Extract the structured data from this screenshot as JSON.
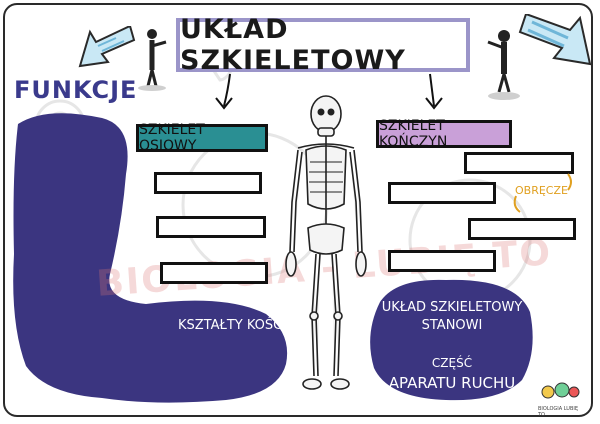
{
  "title": "UKŁAD SZKIELETOWY",
  "funkcje": "FUNKCJE",
  "labels": {
    "axial": "SZKIELET OSIOWY",
    "limbs": "SZKIELET KOŃCZYN"
  },
  "annotation": "OBRĘCZE",
  "left_blob_text": "KSZTAŁTY KOŚCI:",
  "right_blob": {
    "line1": "UKŁAD SZKIELETOWY",
    "line2": "STANOWI",
    "line3": "CZĘŚĆ",
    "line4": "APARATU RUCHU"
  },
  "watermark": "BIOLOGIA - LUBIĘ TO",
  "logo_text": "BIOLOGIA LUBIĘ TO",
  "colors": {
    "blob": "#3b3580",
    "title_border": "#9b95c9",
    "axial_label": "#2a8f93",
    "limbs_label": "#c9a0d8",
    "funkcje_text": "#3a3a8c",
    "annotation": "#e0a020"
  }
}
